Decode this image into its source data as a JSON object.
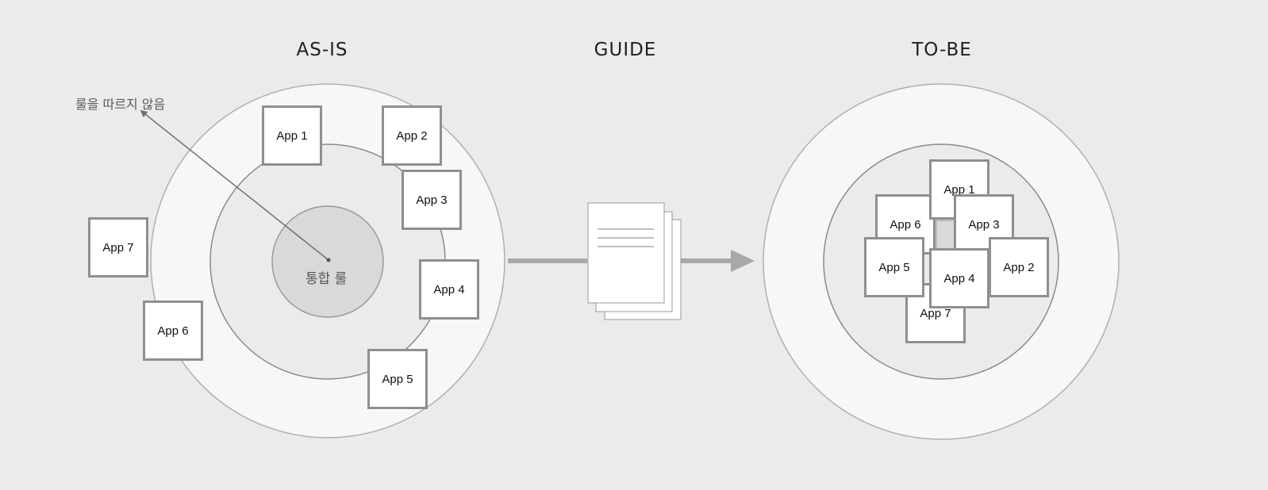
{
  "titles": {
    "as_is": "AS-IS",
    "guide": "GUIDE",
    "to_be": "TO-BE"
  },
  "as_is": {
    "note": "룰을 따르지 않음",
    "center_label": "통합 룰",
    "apps": [
      "App 1",
      "App 2",
      "App 3",
      "App 4",
      "App 5",
      "App 6",
      "App 7"
    ]
  },
  "to_be": {
    "apps": [
      "App 7",
      "App 6",
      "App 1",
      "App 3",
      "App 5",
      "App 2",
      "App 4"
    ]
  }
}
